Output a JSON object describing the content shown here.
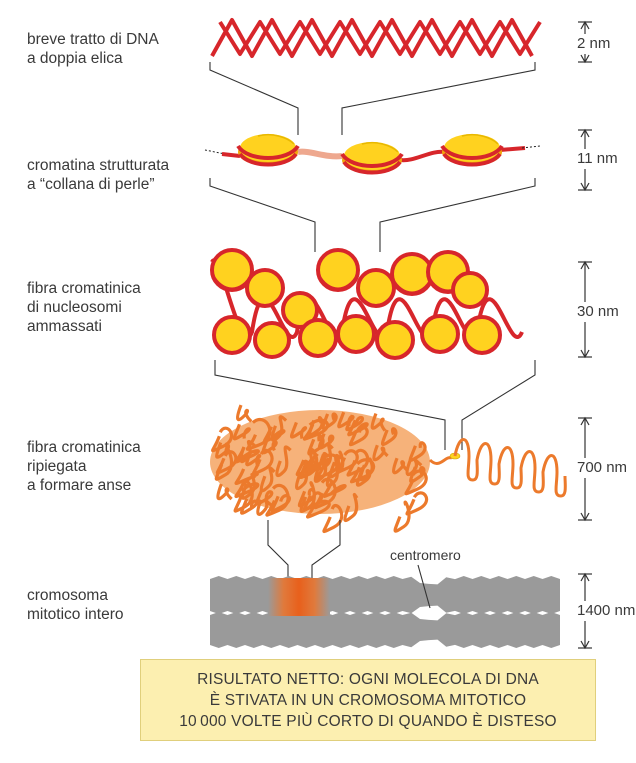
{
  "stages": [
    {
      "label_lines": [
        "breve tratto di DNA",
        "a doppia elica"
      ],
      "size": "2 nm"
    },
    {
      "label_lines": [
        "cromatina strutturata",
        "a “collana di perle”"
      ],
      "size": "11 nm"
    },
    {
      "label_lines": [
        "fibra cromatinica",
        "di nucleosomi",
        "ammassati"
      ],
      "size": "30 nm"
    },
    {
      "label_lines": [
        "fibra cromatinica",
        "ripiegata",
        "a formare anse"
      ],
      "size": "700 nm"
    },
    {
      "label_lines": [
        "cromosoma",
        "mitotico intero"
      ],
      "size": "1400 nm"
    }
  ],
  "centromere_label": "centromero",
  "result_box": {
    "lines": [
      "RISULTATO NETTO: OGNI MOLECOLA DI DNA",
      "È STIVATA IN UN CROMOSOMA MITOTICO",
      "10 000 VOLTE PIÙ CORTO DI QUANDO È DISTESO"
    ]
  },
  "colors": {
    "dna_red": "#d7262b",
    "nucleosome_yellow": "#ffd21f",
    "nucleosome_dark": "#f1a60a",
    "linker_pink": "#eea88f",
    "loop_orange": "#ec7a2c",
    "chromosome_gray": "#9a9a9a",
    "chromosome_band": "#e8601c",
    "box_fill": "#fcefb0"
  }
}
